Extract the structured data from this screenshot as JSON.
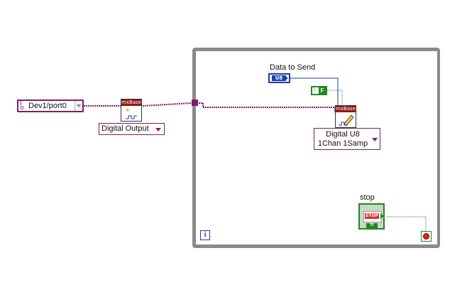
{
  "io_constant": {
    "label": "Dev1/port0"
  },
  "create_task_vi": {
    "header": "mxBase"
  },
  "create_task_ring": {
    "value": "Digital Output"
  },
  "write_vi": {
    "header": "mxBase"
  },
  "write_ring": {
    "line1": "Digital U8",
    "line2": "1Chan 1Samp"
  },
  "data_control": {
    "label": "Data to Send",
    "type_label": "U8"
  },
  "bool_constant": {
    "value": "F"
  },
  "stop_control": {
    "label": "stop",
    "button_text": "STOP",
    "type_label": "TF"
  },
  "loop": {
    "iteration_label": "i"
  },
  "colors": {
    "io_wire": "#7a1f6e",
    "numeric": "#1c3ea8",
    "boolean": "#1f8a1f",
    "loop_border": "#8a8a8a"
  }
}
